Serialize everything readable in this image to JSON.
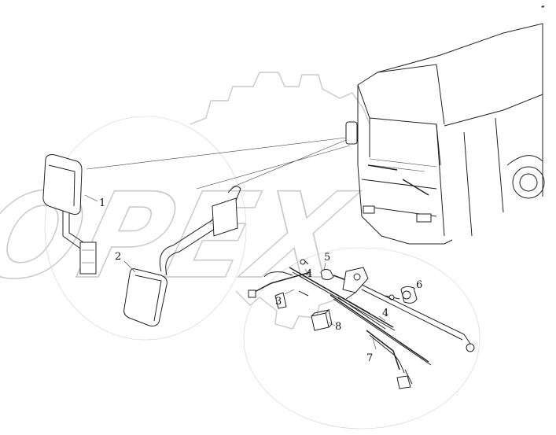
{
  "watermark": {
    "brand_text": "OPEX"
  },
  "corner_mark": "▰",
  "callouts": [
    {
      "id": "mirror-left",
      "label": "1"
    },
    {
      "id": "mirror-right",
      "label": "2"
    },
    {
      "id": "wiper-arm-left",
      "label": "3"
    },
    {
      "id": "wiper-blade-upper",
      "label": "4"
    },
    {
      "id": "wiper-blade-lower",
      "label": "4"
    },
    {
      "id": "wiper-linkage",
      "label": "5"
    },
    {
      "id": "wiper-motor",
      "label": "6"
    },
    {
      "id": "wiper-arm-right",
      "label": "7"
    },
    {
      "id": "washer-block",
      "label": "8"
    }
  ]
}
